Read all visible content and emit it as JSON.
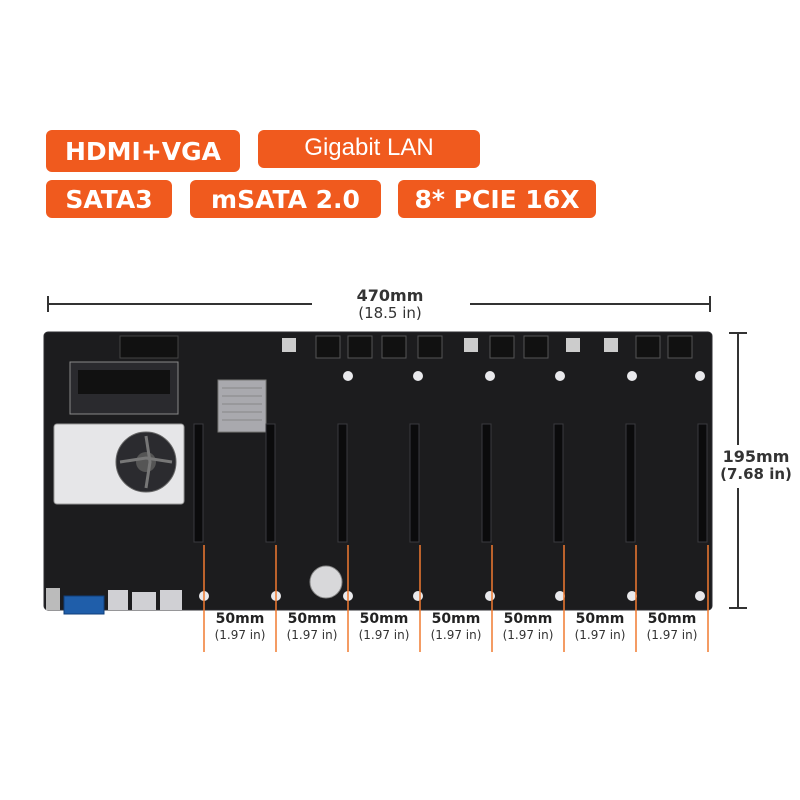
{
  "features": [
    {
      "label": "HDMI+VGA"
    },
    {
      "label": "Gigabit LAN"
    },
    {
      "label": "SATA3"
    },
    {
      "label": "mSATA 2.0"
    },
    {
      "label": "8* PCIE 16X"
    }
  ],
  "width_dimension": {
    "mm": "470mm",
    "in": "(18.5 in)"
  },
  "height_dimension": {
    "mm": "195mm",
    "in": "(7.68 in)"
  },
  "slot_spacing": [
    {
      "mm": "50mm",
      "in": "(1.97 in)"
    },
    {
      "mm": "50mm",
      "in": "(1.97 in)"
    },
    {
      "mm": "50mm",
      "in": "(1.97 in)"
    },
    {
      "mm": "50mm",
      "in": "(1.97 in)"
    },
    {
      "mm": "50mm",
      "in": "(1.97 in)"
    },
    {
      "mm": "50mm",
      "in": "(1.97 in)"
    },
    {
      "mm": "50mm",
      "in": "(1.97 in)"
    }
  ],
  "colors": {
    "badge": "#f05a1e",
    "board": "#1c1c1e",
    "slot": "#0b0b0c",
    "guide": "#f07a30"
  },
  "board_icon": "motherboard-image"
}
